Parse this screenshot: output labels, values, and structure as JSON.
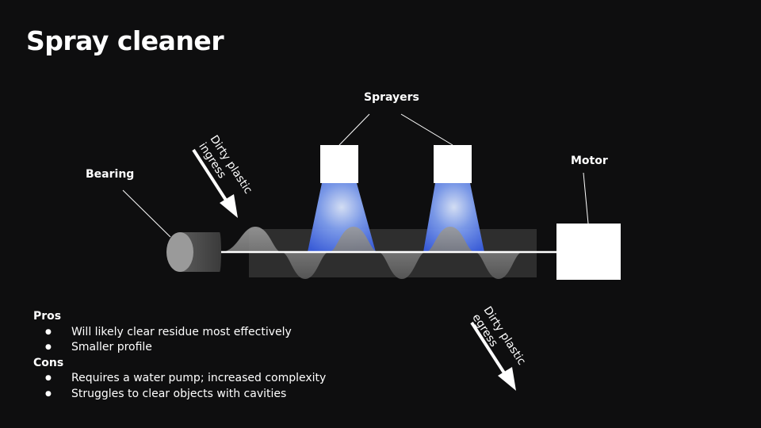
{
  "title": "Spray cleaner",
  "diagram": {
    "labels": {
      "sprayers": "Sprayers",
      "bearing": "Bearing",
      "motor": "Motor",
      "ingress_line1": "Dirty plastic",
      "ingress_line2": "ingress",
      "egress_line1": "Dirty plastic",
      "egress_line2": "egress"
    },
    "colors": {
      "background": "#0e0e0f",
      "trough": "#2e2e2e",
      "spray_light": "#cfe0ff",
      "spray_blue": "#4a6fe8",
      "auger_grey": "#8c8c8c"
    }
  },
  "pros": {
    "heading": "Pros",
    "items": [
      "Will likely clear residue most effectively",
      "Smaller profile"
    ]
  },
  "cons": {
    "heading": "Cons",
    "items": [
      "Requires a water pump; increased complexity",
      "Struggles to clear objects with cavities"
    ]
  }
}
